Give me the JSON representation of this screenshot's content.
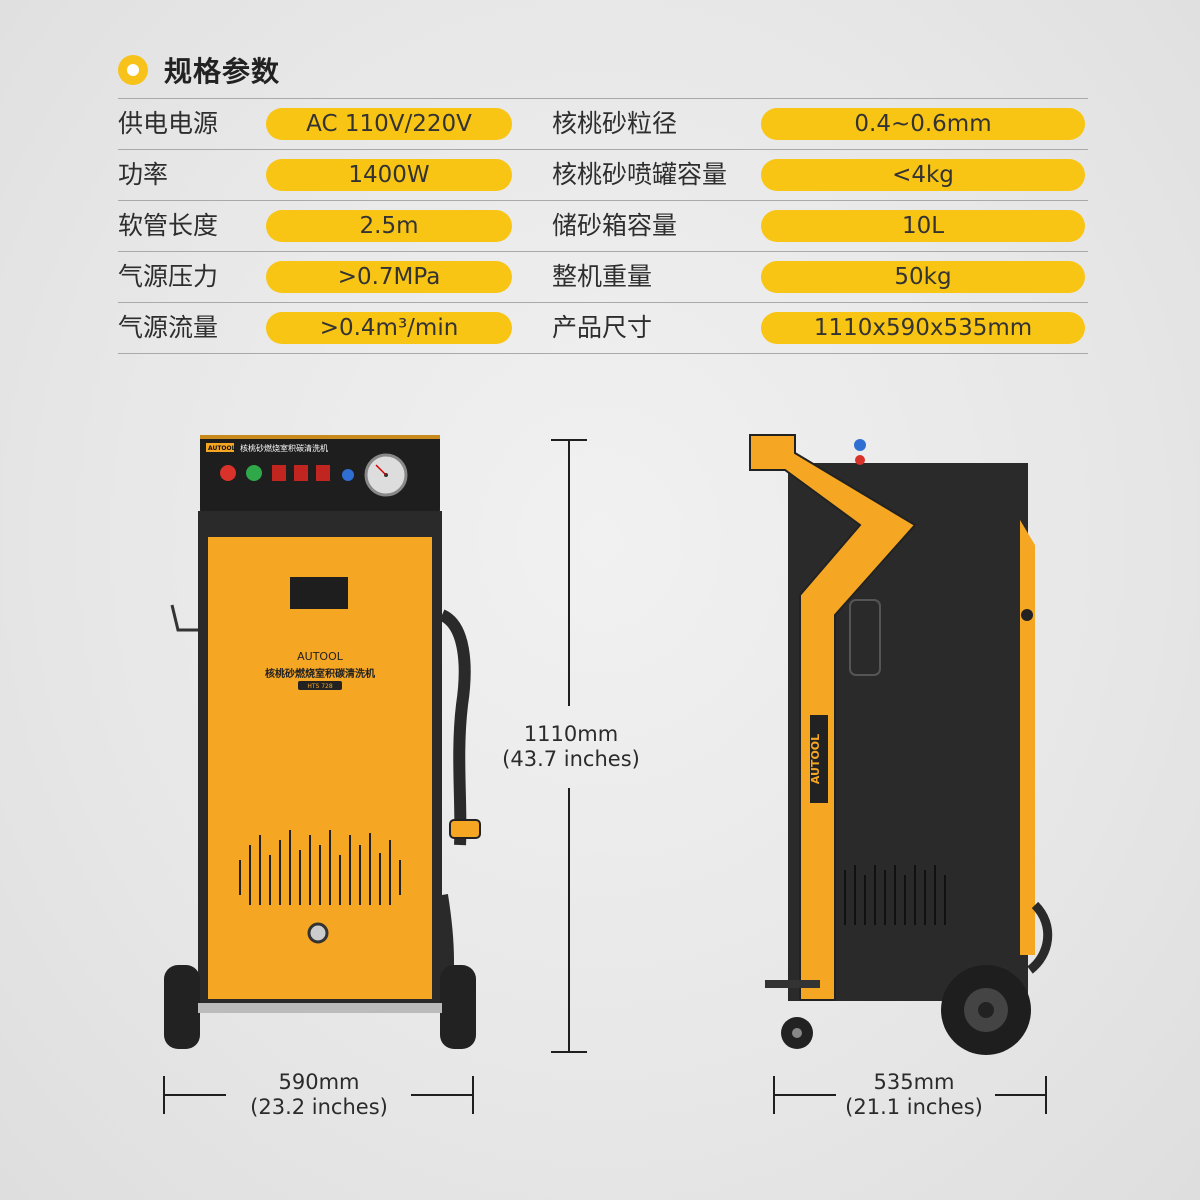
{
  "title": "规格参数",
  "specs": [
    {
      "label1": "供电电源",
      "value1": "AC 110V/220V",
      "label2": "核桃砂粒径",
      "value2": "0.4~0.6mm"
    },
    {
      "label1": "功率",
      "value1": "1400W",
      "label2": "核桃砂喷罐容量",
      "value2": "<4kg"
    },
    {
      "label1": "软管长度",
      "value1": "2.5m",
      "label2": "储砂箱容量",
      "value2": "10L"
    },
    {
      "label1": "气源压力",
      "value1": ">0.7MPa",
      "label2": "整机重量",
      "value2": "50kg"
    },
    {
      "label1": "气源流量",
      "value1": ">0.4m³/min",
      "label2": "产品尺寸",
      "value2": "1110x590x535mm"
    }
  ],
  "dimensions": {
    "height_mm": "1110mm",
    "height_in": "(43.7 inches)",
    "width_mm": "590mm",
    "width_in": "(23.2 inches)",
    "depth_mm": "535mm",
    "depth_in": "(21.1 inches)"
  },
  "machine": {
    "brand": "AUTOOL",
    "panel_brand": "AUTOOL",
    "panel_title": "核桃砂燃烧室积碳清洗机",
    "model": "HTS 728"
  },
  "colors": {
    "accent": "#f9c514",
    "machine_orange": "#f5a623",
    "machine_dark": "#2a2a2a"
  }
}
